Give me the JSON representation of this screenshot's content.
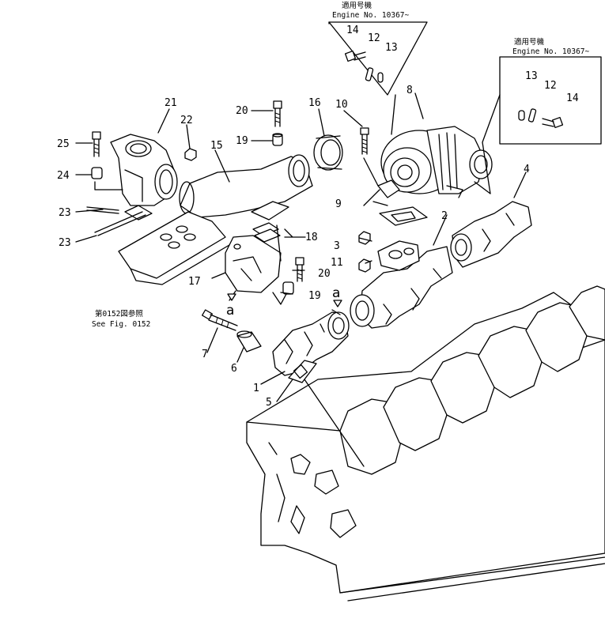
{
  "labels": {
    "p1": "1",
    "p2": "2",
    "p3": "3",
    "p4": "4",
    "p5": "5",
    "p6": "6",
    "p7": "7",
    "p8": "8",
    "p9": "9",
    "p10": "10",
    "p11": "11",
    "p12a": "12",
    "p13a": "13",
    "p14a": "14",
    "p12b": "12",
    "p13b": "13",
    "p14b": "14",
    "p15": "15",
    "p16": "16",
    "p17": "17",
    "p18": "18",
    "p19a": "19",
    "p19b": "19",
    "p20a": "20",
    "p20b": "20",
    "p21": "21",
    "p22": "22",
    "p23a": "23",
    "p23b": "23",
    "p24": "24",
    "p25": "25",
    "a1": "a",
    "a2": "a"
  },
  "notes": {
    "box1_line1": "適用号機",
    "box1_line2": "Engine  No. 10367~",
    "box2_line1": "適用号機",
    "box2_line2": "Engine  No. 10367~",
    "ref_line1": "第0152図参照",
    "ref_line2": "See Fig. 0152"
  }
}
